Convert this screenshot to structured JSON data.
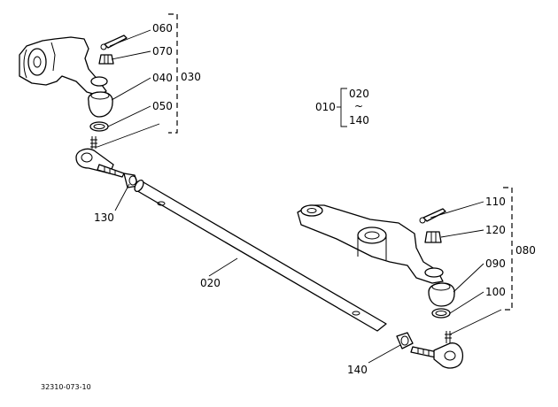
{
  "diagram": {
    "labels": {
      "p060": "060",
      "p070": "070",
      "p040": "040",
      "p050": "050",
      "p030": "030",
      "p010": "010",
      "p020_group": "020",
      "tilde": "~",
      "p140_group": "140",
      "p130": "130",
      "p020": "020",
      "p110": "110",
      "p120": "120",
      "p080": "080",
      "p090": "090",
      "p100": "100",
      "p140": "140"
    },
    "figure_code": "32310-073-10"
  }
}
